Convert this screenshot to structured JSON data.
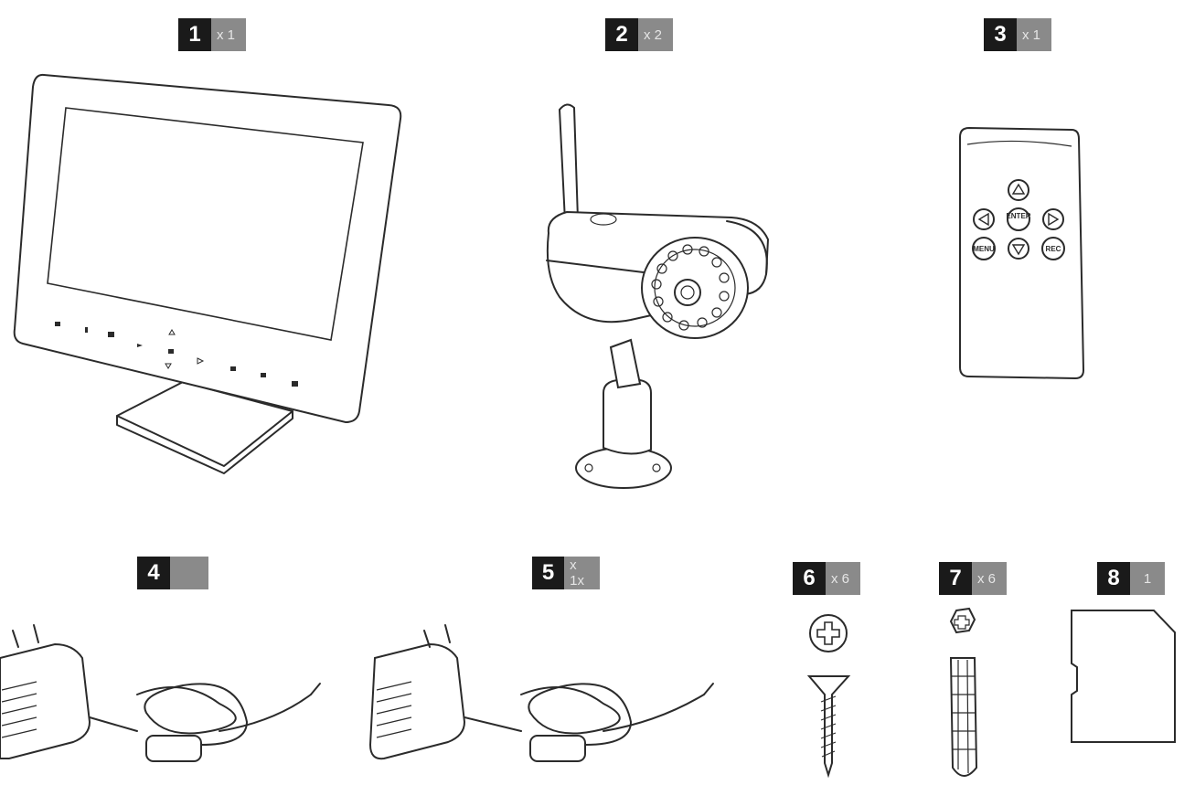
{
  "items": [
    {
      "number": "1",
      "quantity": "x 1",
      "icon": "monitor-icon"
    },
    {
      "number": "2",
      "quantity": "x 2",
      "icon": "camera-icon"
    },
    {
      "number": "3",
      "quantity": "x 1",
      "icon": "remote-control-icon"
    },
    {
      "number": "4",
      "quantity": "",
      "icon": "power-adapter-icon"
    },
    {
      "number": "5",
      "quantity": "x 1x",
      "icon": "power-adapter-icon"
    },
    {
      "number": "6",
      "quantity": "x 6",
      "icon": "screw-icon"
    },
    {
      "number": "7",
      "quantity": "x 6",
      "icon": "wall-plug-icon"
    },
    {
      "number": "8",
      "quantity": "1",
      "icon": "sd-card-icon"
    }
  ],
  "remote": {
    "menu_label": "MENU",
    "rec_label": "REC",
    "enter_label": "ENTER"
  }
}
